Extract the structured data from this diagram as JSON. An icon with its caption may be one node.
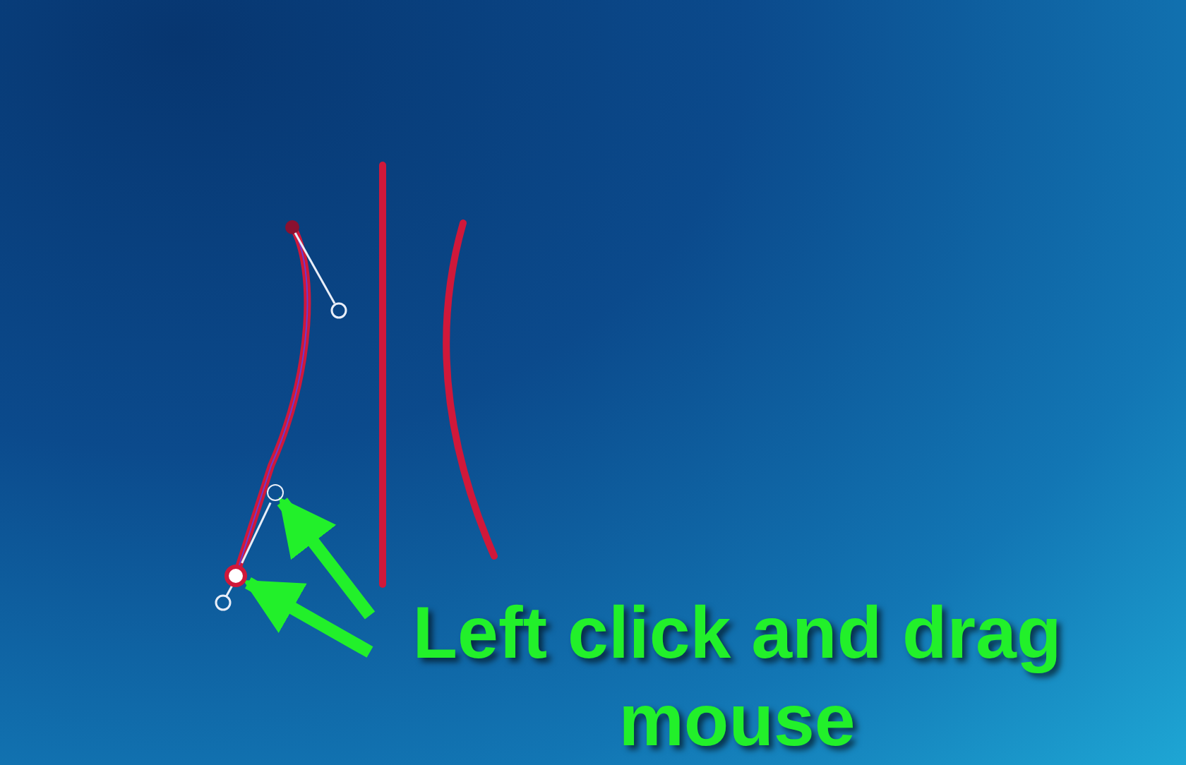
{
  "diagram": {
    "nodes": [
      {
        "text": [],
        "shape": "circle"
      },
      {
        "text": [],
        "shape": "circle"
      },
      {
        "text": [
          "Left click and drag mouse"
        ]
      }
    ],
    "edges": [
      {
        "from": 2,
        "to": 0,
        "arrow": "to"
      },
      {
        "from": 2,
        "to": 1,
        "arrow": "to"
      },
      {
        "from": 1,
        "to": 0,
        "arrow": "none",
        "color": "#e8eef8"
      }
    ]
  }
}
